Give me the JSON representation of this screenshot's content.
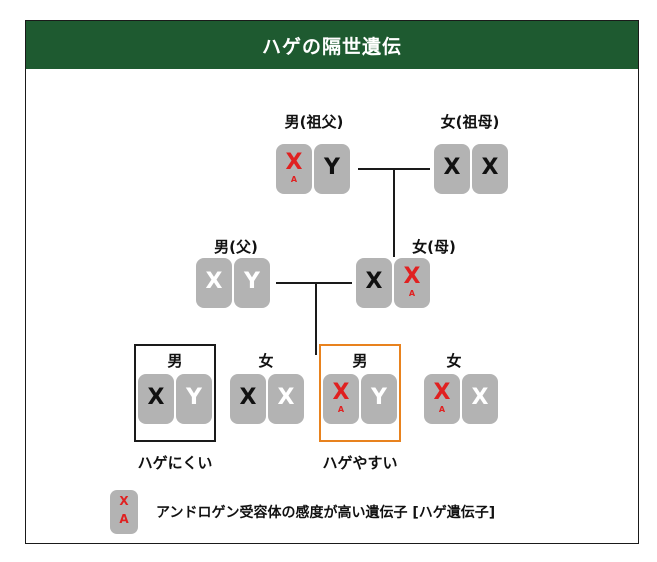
{
  "title": "ハゲの隔世遺伝",
  "labels": {
    "grandfather": "男(祖父)",
    "grandmother": "女(祖母)",
    "father": "男(父)",
    "mother": "女(母)",
    "child1": "男",
    "child2": "女",
    "child3": "男",
    "child4": "女"
  },
  "captions": {
    "unlikely": "ハゲにくい",
    "likely": "ハゲやすい"
  },
  "chromosomes": {
    "x": "X",
    "y": "Y",
    "gene": "A"
  },
  "legend": {
    "x": "X",
    "gene": "A",
    "text": "アンドロゲン受容体の感度が高い遺伝子 [ハゲ遺伝子]"
  },
  "colors": {
    "header_bg": "#1e5a30",
    "chromosome": "#b3b3b3",
    "gene_red": "#e02020",
    "highlight_orange": "#e8821e"
  }
}
